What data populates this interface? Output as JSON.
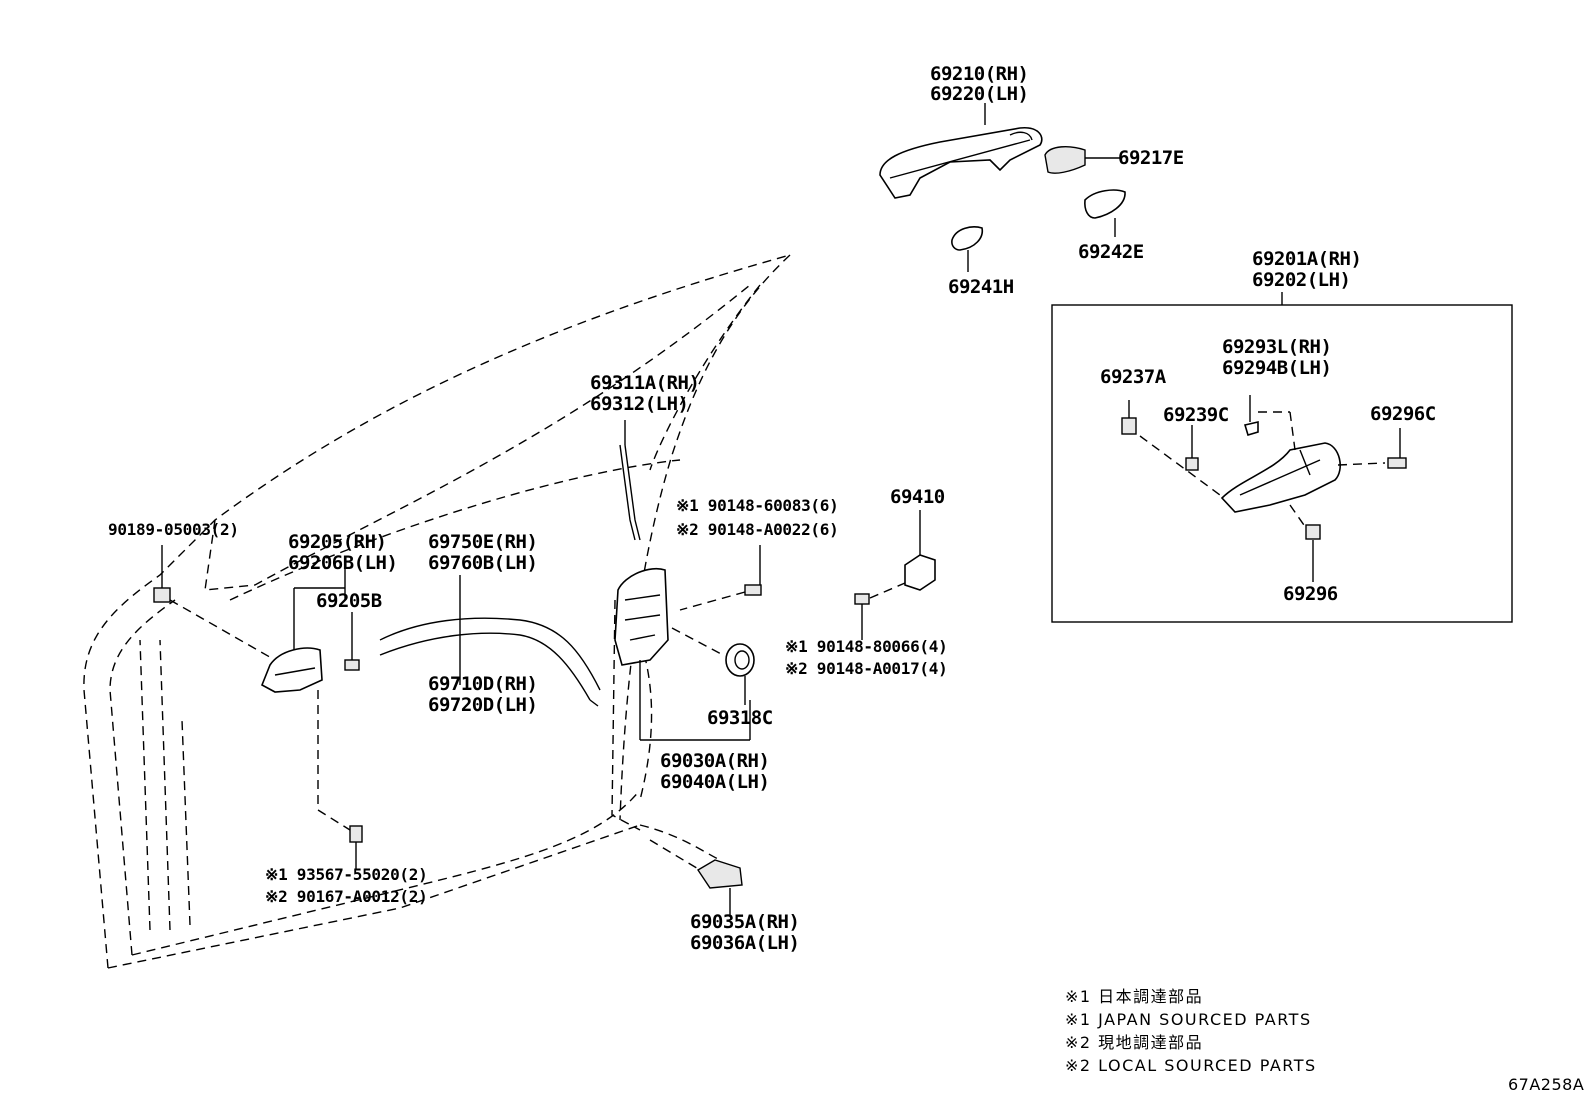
{
  "diagram_code": "67A258A",
  "labels": {
    "p69210": "69210(RH)",
    "p69220": "69220(LH)",
    "p69217E": "69217E",
    "p69242E": "69242E",
    "p69241H": "69241H",
    "p69201A": "69201A(RH)",
    "p69202": "69202(LH)",
    "p69293L": "69293L(RH)",
    "p69294B": "69294B(LH)",
    "p69237A": "69237A",
    "p69239C": "69239C",
    "p69296C": "69296C",
    "p69296": "69296",
    "p69311A": "69311A(RH)",
    "p69312": "69312(LH)",
    "s90148_60083": "※1 90148-60083(6)",
    "s90148_A0022": "※2 90148-A0022(6)",
    "p69410": "69410",
    "s90148_80066": "※1 90148-80066(4)",
    "s90148_A0017": "※2 90148-A0017(4)",
    "p90189": "90189-05003(2)",
    "p69205": "69205(RH)",
    "p69206B": "69206B(LH)",
    "p69205B": "69205B",
    "p69750E": "69750E(RH)",
    "p69760B": "69760B(LH)",
    "p69710D": "69710D(RH)",
    "p69720D": "69720D(LH)",
    "p69318C": "69318C",
    "p69030A": "69030A(RH)",
    "p69040A": "69040A(LH)",
    "s93567": "※1 93567-55020(2)",
    "s90167": "※2 90167-A0012(2)",
    "p69035A": "69035A(RH)",
    "p69036A": "69036A(LH)"
  },
  "legend": {
    "l1": "※1 日本調達部品",
    "l2": "※1 JAPAN SOURCED PARTS",
    "l3": "※2 現地調達部品",
    "l4": "※2 LOCAL SOURCED PARTS"
  }
}
